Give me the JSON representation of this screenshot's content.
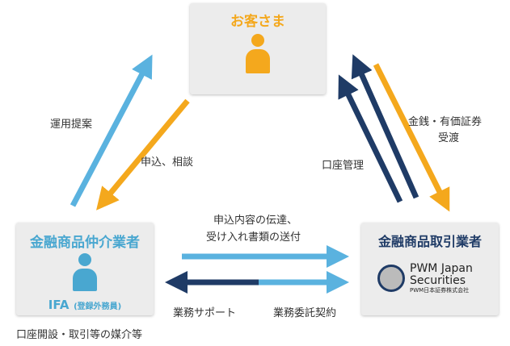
{
  "customer": {
    "title": "お客さま"
  },
  "intermediary": {
    "title": "金融商品仲介業者",
    "sub_main": "IFA",
    "sub_paren": "(登録外務員)",
    "caption": "口座開設・取引等の媒介等"
  },
  "broker": {
    "title": "金融商品取引業者",
    "logo_line1": "PWM Japan",
    "logo_line2": "Securities",
    "logo_line3": "PWM日本証券株式会社"
  },
  "labels": {
    "proposal": "運用提案",
    "application": "申込、相談",
    "account_mgmt": "口座管理",
    "money_line1": "金銭・有価証券",
    "money_line2": "受渡",
    "transmit_line1": "申込内容の伝達、",
    "transmit_line2": "受け入れ書類の送付",
    "support": "業務サポート",
    "contract": "業務委託契約"
  },
  "colors": {
    "orange": "#f4a81d",
    "lightblue": "#3fa2d6",
    "navy": "#1f3b66",
    "teal": "#49a7d0"
  }
}
